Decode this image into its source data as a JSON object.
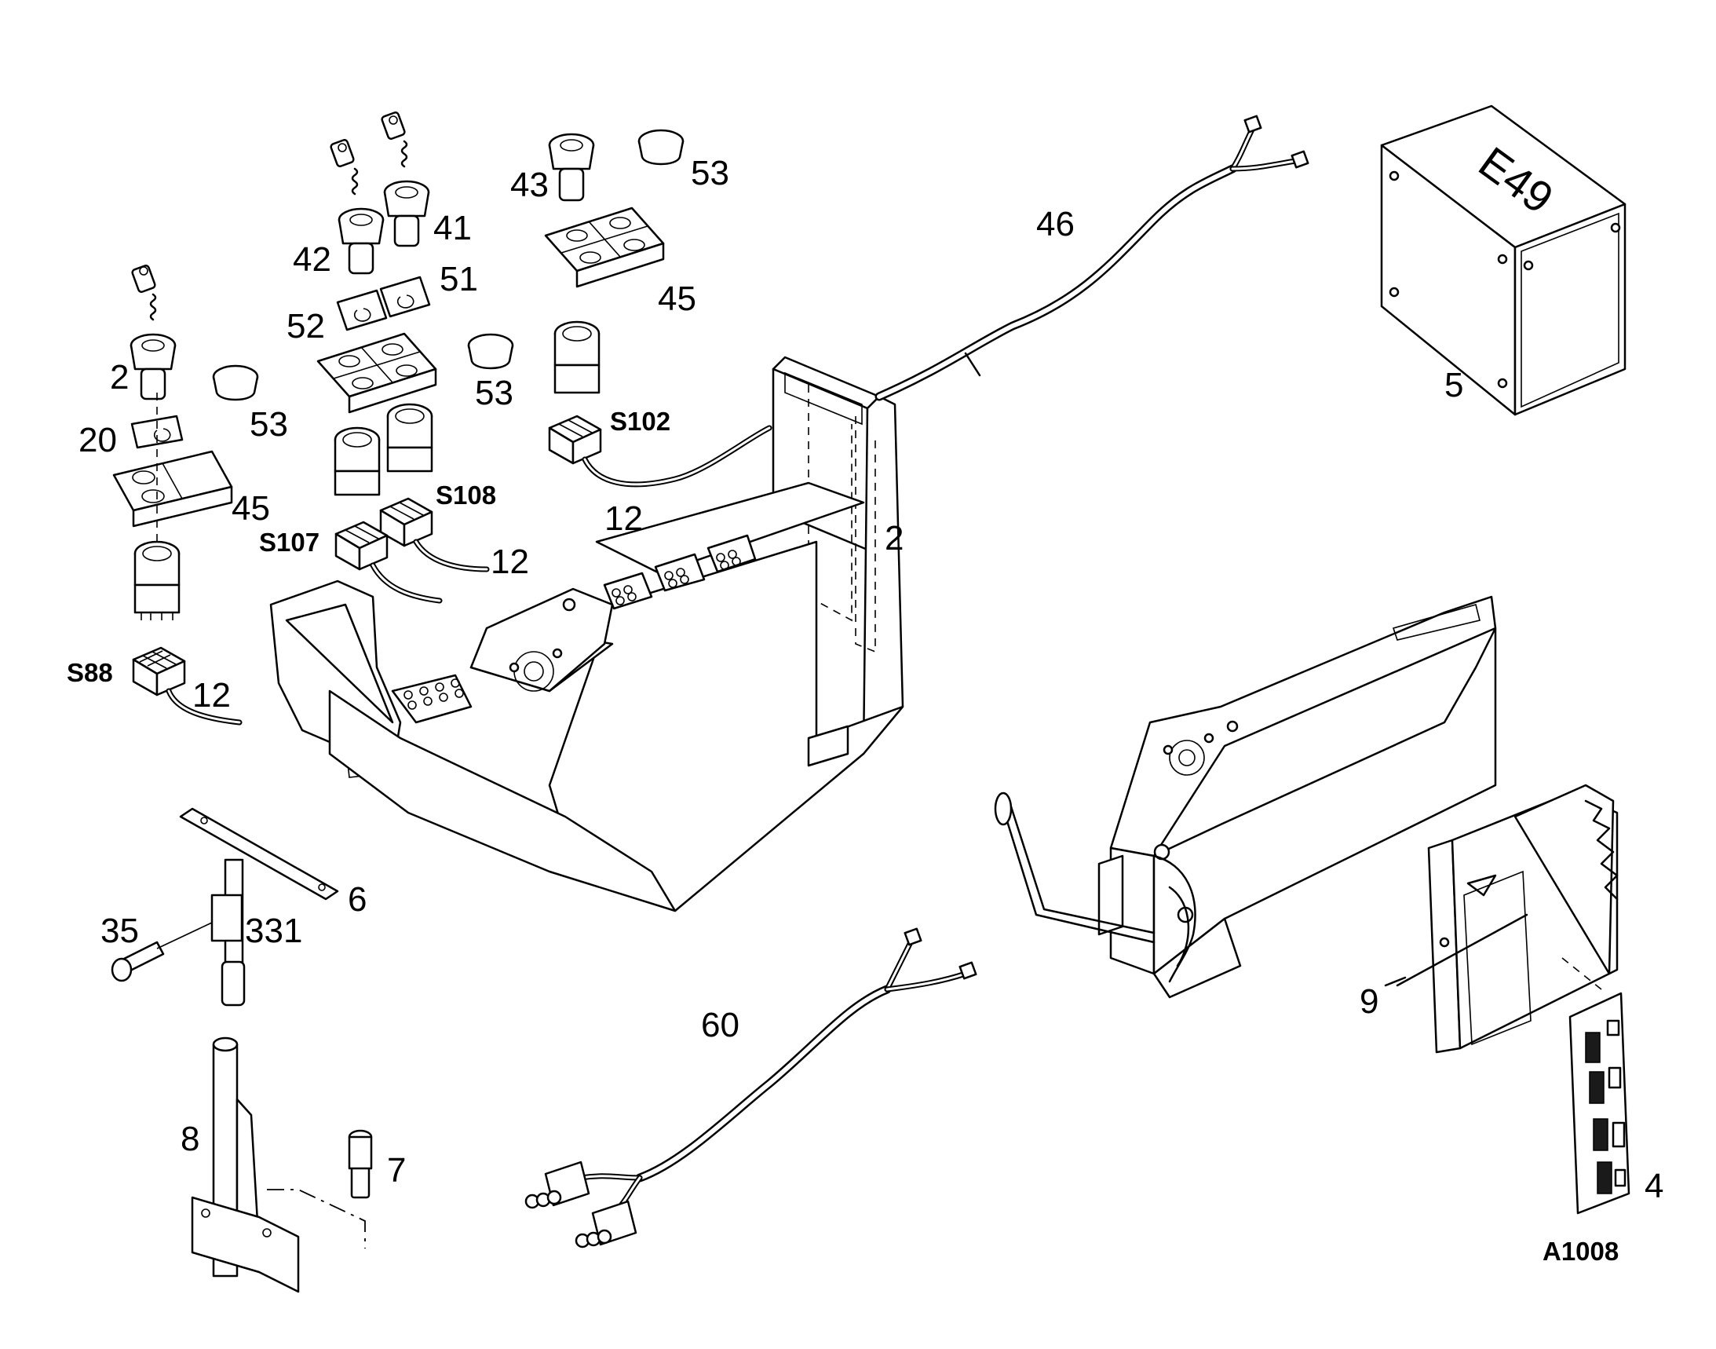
{
  "diagram": {
    "callouts": {
      "c2": "2",
      "c4": "4",
      "c5": "5",
      "c6": "6",
      "c7": "7",
      "c8": "8",
      "c9": "9",
      "c12a": "12",
      "c12b": "12",
      "c12c": "12",
      "c20": "20",
      "c35": "35",
      "c41": "41",
      "c42": "42",
      "c43": "43",
      "c45a": "45",
      "c45b": "45",
      "c46": "46",
      "c51": "51",
      "c52": "52",
      "c53a": "53",
      "c53b": "53",
      "c53c": "53",
      "c60": "60",
      "c331": "331"
    },
    "references": {
      "S88": "S88",
      "S102": "S102",
      "S107": "S107",
      "S108": "S108",
      "A1008": "A1008"
    },
    "box_marking": "E49"
  }
}
